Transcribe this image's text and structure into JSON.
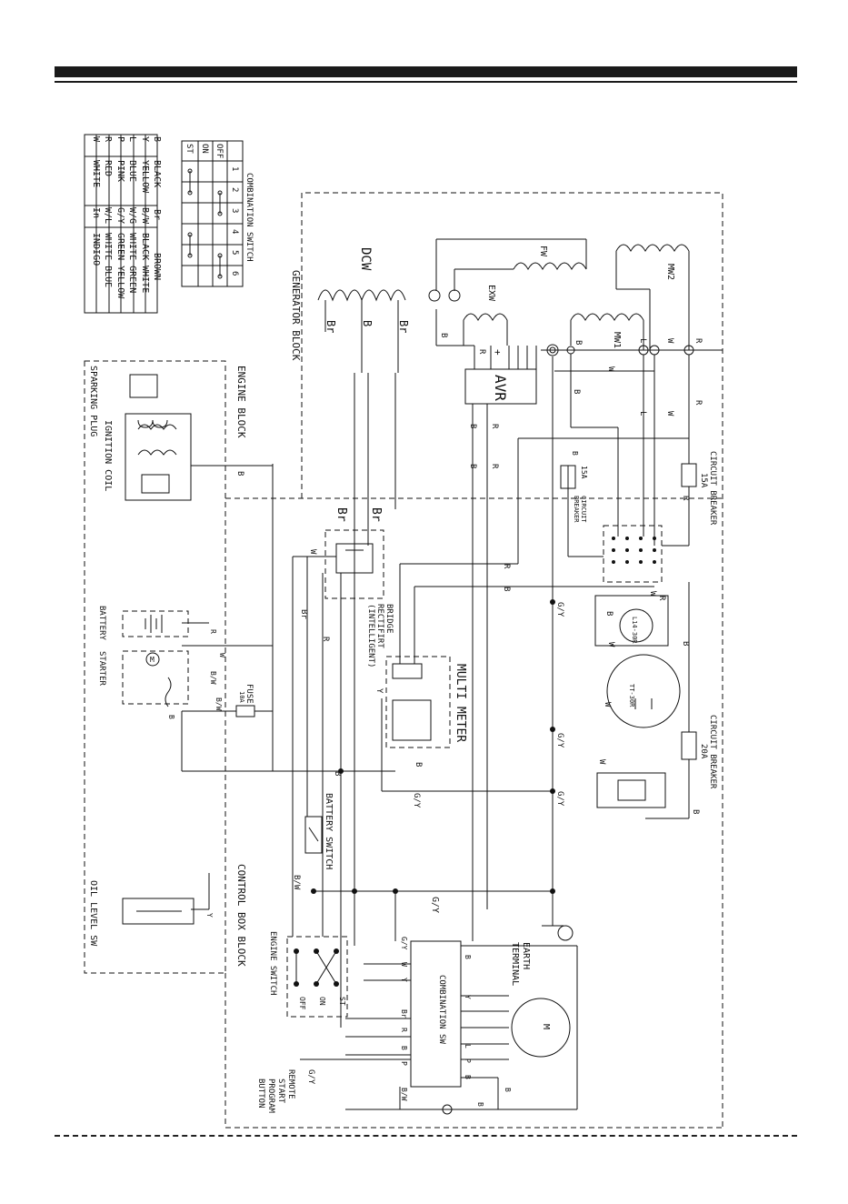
{
  "legend": {
    "rows": [
      [
        "B",
        "BLACK",
        "Br",
        "BROWN"
      ],
      [
        "Y",
        "YELLOW",
        "B/W",
        "BLACK WHITE"
      ],
      [
        "L",
        "BLUE",
        "W/G",
        "WHITE GREEN"
      ],
      [
        "P",
        "PINK",
        "G/Y",
        "GREEN YELLOW"
      ],
      [
        "R",
        "RED",
        "W/L",
        "WHITE BLUE"
      ],
      [
        "W",
        "WHITE",
        "In",
        "INDIGO"
      ]
    ]
  },
  "combination_switch_table": {
    "title": "COMBINATION SWITCH",
    "columns": [
      "1",
      "2",
      "3",
      "4",
      "5",
      "6"
    ],
    "rows": [
      "OFF",
      "ON",
      "ST"
    ]
  },
  "blocks": {
    "generator": "GENERATOR BLOCK",
    "engine": "ENGINE BLOCK",
    "control_box": "CONTROL BOX BLOCK"
  },
  "components": {
    "dcw": "DCW",
    "fw": "FW",
    "exw": "EXW",
    "mw1": "MW1",
    "mw2": "MW2",
    "avr": "AVR",
    "sparking_plug": "SPARKING PLUG",
    "ignition_coil": "IGNITION COIL",
    "battery": "BATTERY",
    "starter": "STARTER",
    "fuse": "FUSE",
    "fuse_rating": "10A",
    "bridge_rectifier": [
      "BRIDGE",
      "RECTIFIRT",
      "(INTELLIGENT)"
    ],
    "multi_meter": "MULTI METER",
    "battery_switch": "BATTERY SWITCH",
    "oil_level_sw": "OIL LEVEL SW",
    "engine_switch": "ENGINE SWITCH",
    "engine_switch_positions": [
      "OFF",
      "ON",
      "ST"
    ],
    "combination_sw": "COMBINATION SW",
    "motor": "M",
    "earth_terminal": [
      "EARTH",
      "TERMINAL"
    ],
    "remote_start": [
      "REMOTE",
      "START",
      "PROGRAM",
      "BUTTON"
    ],
    "circuit_breaker_15a": [
      "CIRCUIT BREAKER",
      "15A"
    ],
    "circuit_breaker_15a_small": [
      "15A",
      "CIRCUIT",
      "BREAKER"
    ],
    "circuit_breaker_20a": [
      "CIRCUIT BREAKER",
      "20A"
    ],
    "outlet_1": "L14-30R",
    "outlet_2": "TT-30R"
  },
  "wire_labels": {
    "black": "B",
    "brown": "Br",
    "red": "R",
    "white": "W",
    "blue": "L",
    "yellow": "Y",
    "pink": "P",
    "black_white": "B/W",
    "green_yellow": "G/Y",
    "plus": "+",
    "minus": "-"
  }
}
